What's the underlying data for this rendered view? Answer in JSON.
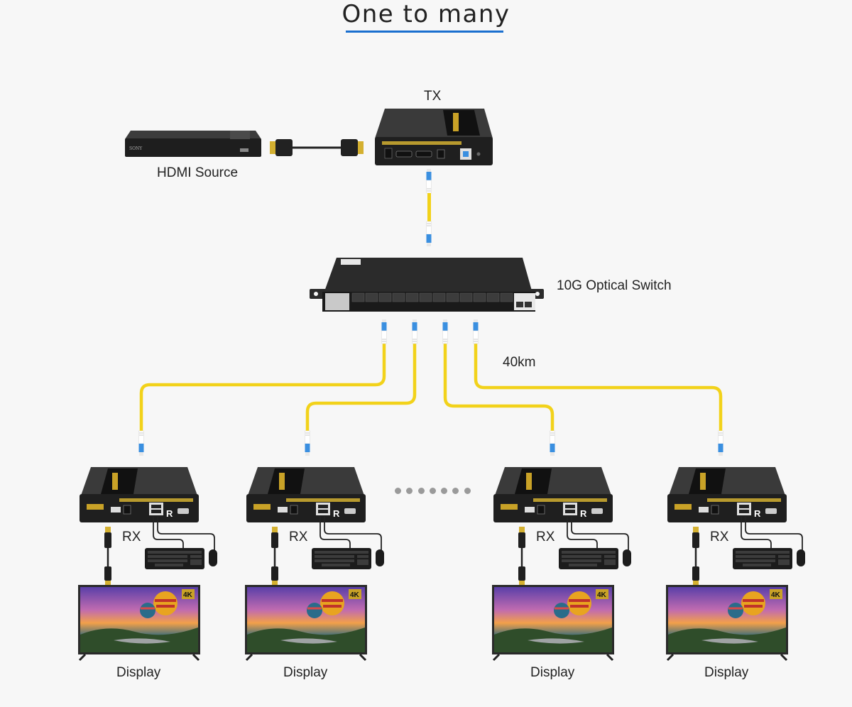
{
  "title": "One to many",
  "colors": {
    "accent_underline": "#1a6fcf",
    "fiber": "#f2d21a",
    "connector": "#3a8fe0",
    "device_body": "#2a2a2a",
    "background": "#f7f7f7",
    "dots": "#9a9a9a"
  },
  "source": {
    "label": "HDMI Source",
    "brand": "SONY"
  },
  "tx": {
    "label": "TX"
  },
  "switch": {
    "label": "10G Optical Switch"
  },
  "distance": {
    "label": "40km"
  },
  "receivers": [
    {
      "label": "RX",
      "display_label": "Display",
      "badge": "4K"
    },
    {
      "label": "RX",
      "display_label": "Display",
      "badge": "4K"
    },
    {
      "label": "RX",
      "display_label": "Display",
      "badge": "4K"
    },
    {
      "label": "RX",
      "display_label": "Display",
      "badge": "4K"
    }
  ],
  "ellipsis_dot_count": 7
}
